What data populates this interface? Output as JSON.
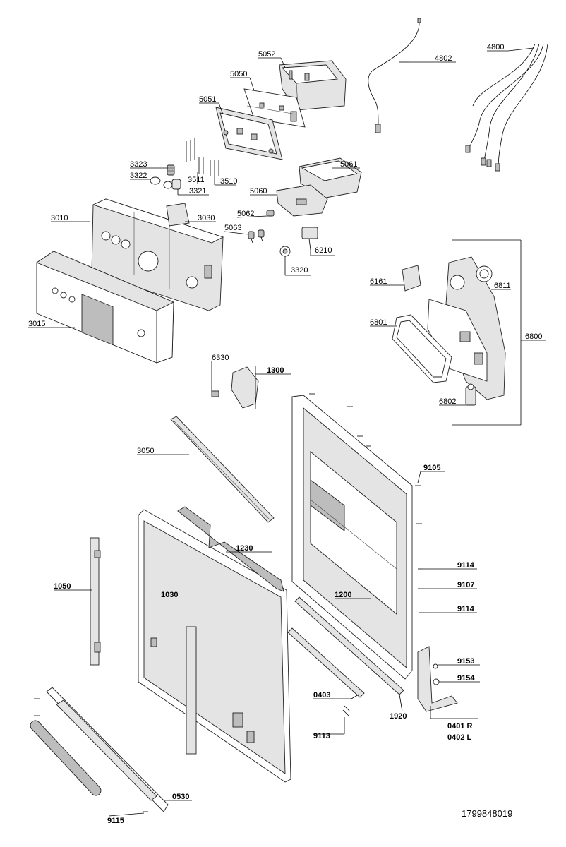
{
  "doc_number": "1799848019",
  "labels": {
    "l5052": "5052",
    "l5050": "5050",
    "l5051": "5051",
    "l4802": "4802",
    "l4800": "4800",
    "l3323": "3323",
    "l3322": "3322",
    "l3511": "3511",
    "l3510": "3510",
    "l3321": "3321",
    "l5061": "5061",
    "l5060": "5060",
    "l3010": "3010",
    "l3030": "3030",
    "l5062": "5062",
    "l5063": "5063",
    "l6210": "6210",
    "l3320": "3320",
    "l6161": "6161",
    "l6811": "6811",
    "l6801": "6801",
    "l6800": "6800",
    "l6802": "6802",
    "l3015": "3015",
    "l6330": "6330",
    "l1300": "1300",
    "l3050": "3050",
    "l9105": "9105",
    "l1230": "1230",
    "l1050": "1050",
    "l1030": "1030",
    "l1200": "1200",
    "l9114a": "9114",
    "l9107": "9107",
    "l9114b": "9114",
    "l9153": "9153",
    "l9154": "9154",
    "l0403": "0403",
    "l1920": "1920",
    "l0401": "0401 R",
    "l0402": "0402 L",
    "l9113": "9113",
    "l0530": "0530",
    "l9115": "9115"
  }
}
